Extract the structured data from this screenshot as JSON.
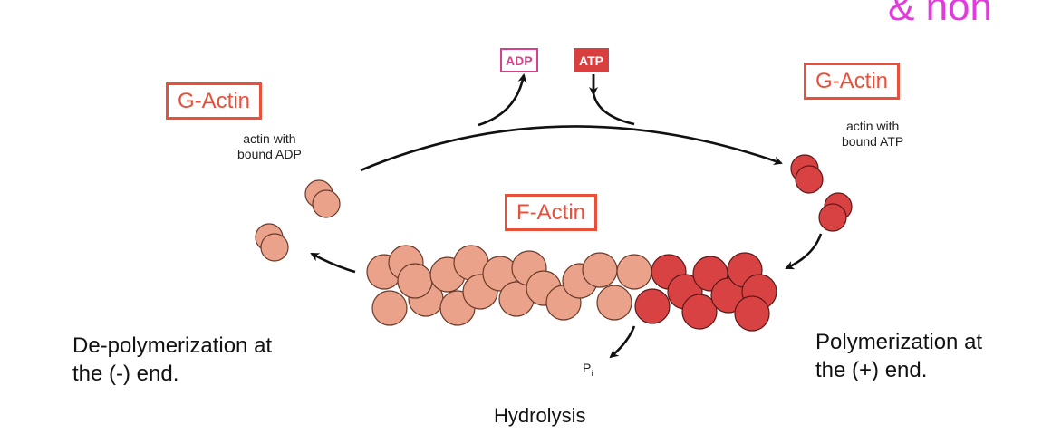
{
  "corner_text": "& non",
  "labels": {
    "g_actin_left": "G-Actin",
    "g_actin_right": "G-Actin",
    "f_actin": "F-Actin",
    "adp": "ADP",
    "atp": "ATP",
    "adp_caption_line1": "actin with",
    "adp_caption_line2": "bound ADP",
    "atp_caption_line1": "actin with",
    "atp_caption_line2": "bound ATP",
    "depoly_line1": "De-polymerization at",
    "depoly_line2": "the (-) end.",
    "poly_line1": "Polymerization at",
    "poly_line2": "the (+) end.",
    "pi_main": "P",
    "pi_sub": "i",
    "hydrolysis": "Hydrolysis"
  },
  "colors": {
    "accent_orange": "#e8503a",
    "corner_magenta": "#e23bdc",
    "adp_pink": "#d8408a",
    "atp_red": "#d84040",
    "actin_adp_fill": "#eba28a",
    "actin_atp_fill": "#d94242",
    "arrow": "#111111"
  }
}
